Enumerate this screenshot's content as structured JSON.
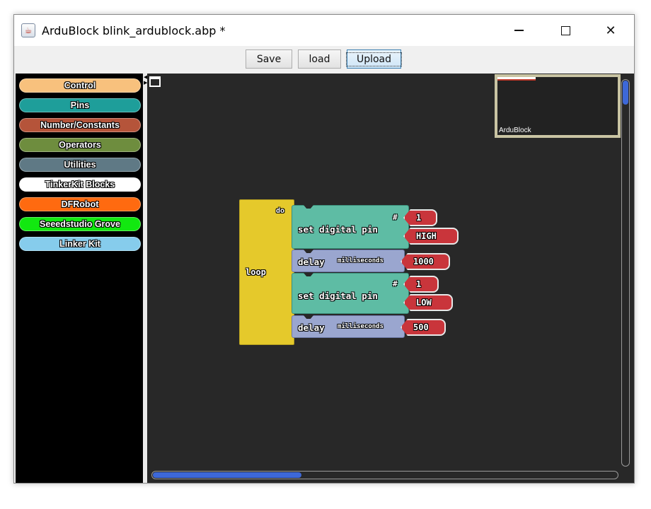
{
  "window": {
    "title": "ArduBlock blink_ardublock.abp *",
    "app_icon": "java-icon"
  },
  "toolbar": {
    "save_label": "Save",
    "load_label": "load",
    "upload_label": "Upload"
  },
  "palette": {
    "categories": [
      {
        "label": "Control",
        "color": "#f8c17d"
      },
      {
        "label": "Pins",
        "color": "#1e9e9a"
      },
      {
        "label": "Number/Constants",
        "color": "#b5543a"
      },
      {
        "label": "Operators",
        "color": "#6e8d3e"
      },
      {
        "label": "Utilities",
        "color": "#5f7985"
      },
      {
        "label": "TinkerKit Blocks",
        "color": "#ffffff"
      },
      {
        "label": "DFRobot",
        "color": "#ff6a10"
      },
      {
        "label": "Seeedstudio Grove",
        "color": "#12e810"
      },
      {
        "label": "Linker Kit",
        "color": "#86ccec"
      }
    ]
  },
  "minimap": {
    "label": "ArduBlock"
  },
  "program": {
    "loop": {
      "label": "loop",
      "do_label": "do"
    },
    "blocks": [
      {
        "type": "set-digital-pin",
        "label": "set digital pin",
        "pin_symbol": "#",
        "pin": "1",
        "value": "HIGH"
      },
      {
        "type": "delay",
        "label": "delay",
        "param": "milliseconds",
        "value": "1000"
      },
      {
        "type": "set-digital-pin",
        "label": "set digital pin",
        "pin_symbol": "#",
        "pin": "1",
        "value": "LOW"
      },
      {
        "type": "delay",
        "label": "delay",
        "param": "milliseconds",
        "value": "500"
      }
    ]
  },
  "colors": {
    "canvas": "#282828",
    "loop_block": "#e5c92b",
    "set_digital_pin": "#5ebca4",
    "delay": "#9aa6cf",
    "value_block": "#c9353b",
    "scroll_thumb": "#3d68d8"
  }
}
